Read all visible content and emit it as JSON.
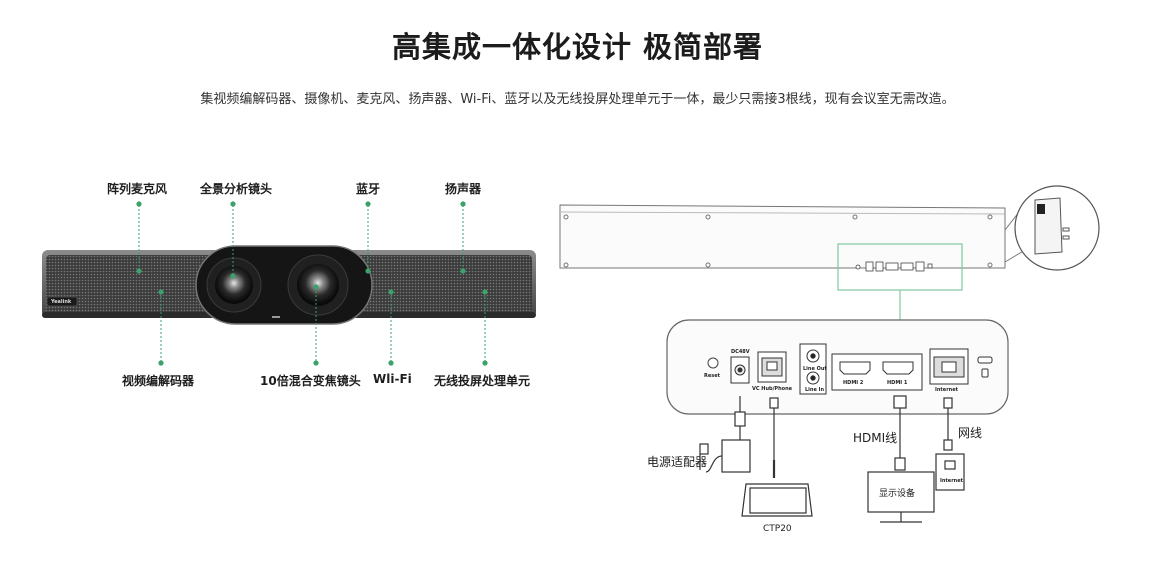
{
  "header": {
    "title": "高集成一体化设计 极简部署",
    "subtitle": "集视频编解码器、摄像机、麦克风、扬声器、Wi-Fi、蓝牙以及无线投屏处理单元于一体，最少只需接3根线，现有会议室无需改造。"
  },
  "device_labels": {
    "mic_array": "阵列麦克风",
    "panoramic_lens": "全景分析镜头",
    "bluetooth": "蓝牙",
    "speaker": "扬声器",
    "codec": "视频编解码器",
    "zoom_lens": "10倍混合变焦镜头",
    "wifi": "Wli-Fi",
    "wireless_unit": "无线投屏处理单元",
    "brand": "Yealink"
  },
  "port_labels": {
    "reset": "Reset",
    "dc48v": "DC48V",
    "vc_hub": "VC Hub/Phone",
    "line_out": "Line Out",
    "line_in": "Line In",
    "hdmi2": "HDMI 2",
    "hdmi1": "HDMI 1",
    "internet": "Internet"
  },
  "connections": {
    "power_adapter": "电源适配器",
    "hdmi_cable": "HDMI线",
    "network_cable": "网线",
    "display": "显示设备",
    "touch_panel": "CTP20",
    "wall_jack": "Internet"
  },
  "colors": {
    "accent_green": "#3aa26a",
    "highlight_box": "#7fc9a0"
  }
}
